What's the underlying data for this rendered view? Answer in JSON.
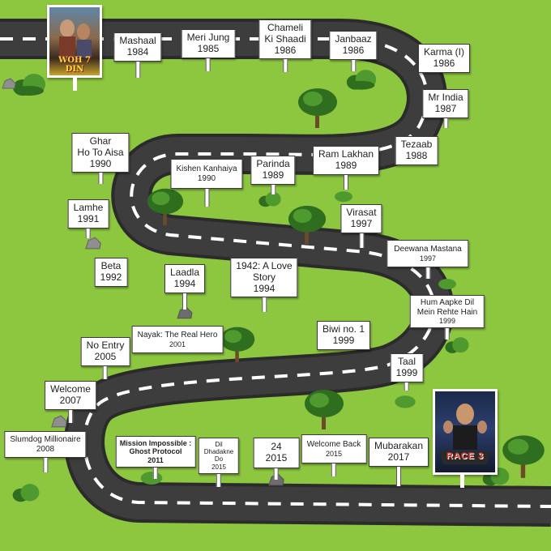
{
  "signs": [
    {
      "title": "Mashaal",
      "year": "1984"
    },
    {
      "title": "Meri Jung",
      "year": "1985"
    },
    {
      "title": "Chameli\nKi Shaadi",
      "year": "1986"
    },
    {
      "title": "Janbaaz",
      "year": "1986"
    },
    {
      "title": "Karma (I)",
      "year": "1986"
    },
    {
      "title": "Mr India",
      "year": "1987"
    },
    {
      "title": "Tezaab",
      "year": "1988"
    },
    {
      "title": "Ram Lakhan",
      "year": "1989"
    },
    {
      "title": "Parinda",
      "year": "1989"
    },
    {
      "title": "Kishen Kanhaiya",
      "year": "1990"
    },
    {
      "title": "Ghar\nHo To Aisa",
      "year": "1990"
    },
    {
      "title": "Lamhe",
      "year": "1991"
    },
    {
      "title": "Beta",
      "year": "1992"
    },
    {
      "title": "Laadla",
      "year": "1994"
    },
    {
      "title": "1942: A Love\nStory",
      "year": "1994"
    },
    {
      "title": "Virasat",
      "year": "1997"
    },
    {
      "title": "Deewana Mastana",
      "year": "1997"
    },
    {
      "title": "Hum Aapke Dil\nMein Rehte Hain",
      "year": "1999"
    },
    {
      "title": "Biwi no. 1",
      "year": "1999"
    },
    {
      "title": "Taal",
      "year": "1999"
    },
    {
      "title": "Nayak: The Real Hero",
      "year": "2001"
    },
    {
      "title": "No Entry",
      "year": "2005"
    },
    {
      "title": "Welcome",
      "year": "2007"
    },
    {
      "title": "Slumdog Millionaire",
      "year": "2008"
    },
    {
      "title": "Mission Impossible :\nGhost Protocol",
      "year": "2011"
    },
    {
      "title": "Dil\nDhadakne\nDo",
      "year": "2015"
    },
    {
      "title": "24",
      "year": "2015"
    },
    {
      "title": "Welcome Back",
      "year": "2015"
    },
    {
      "title": "Mubarakan",
      "year": "2017"
    }
  ],
  "posters": {
    "first": {
      "caption": "WOH 7 DIN"
    },
    "last": {
      "caption": "RACE 3"
    }
  },
  "colors": {
    "grass": "#8dc63f",
    "road": "#3d3d3d",
    "road_edge": "#2b2b2b",
    "lane": "#ffffff",
    "sign_bg": "#ffffff",
    "tree_dark": "#2f6e1e",
    "tree_light": "#4f9a2f",
    "trunk": "#6b4a2a",
    "rock": "#8f8f8f"
  }
}
